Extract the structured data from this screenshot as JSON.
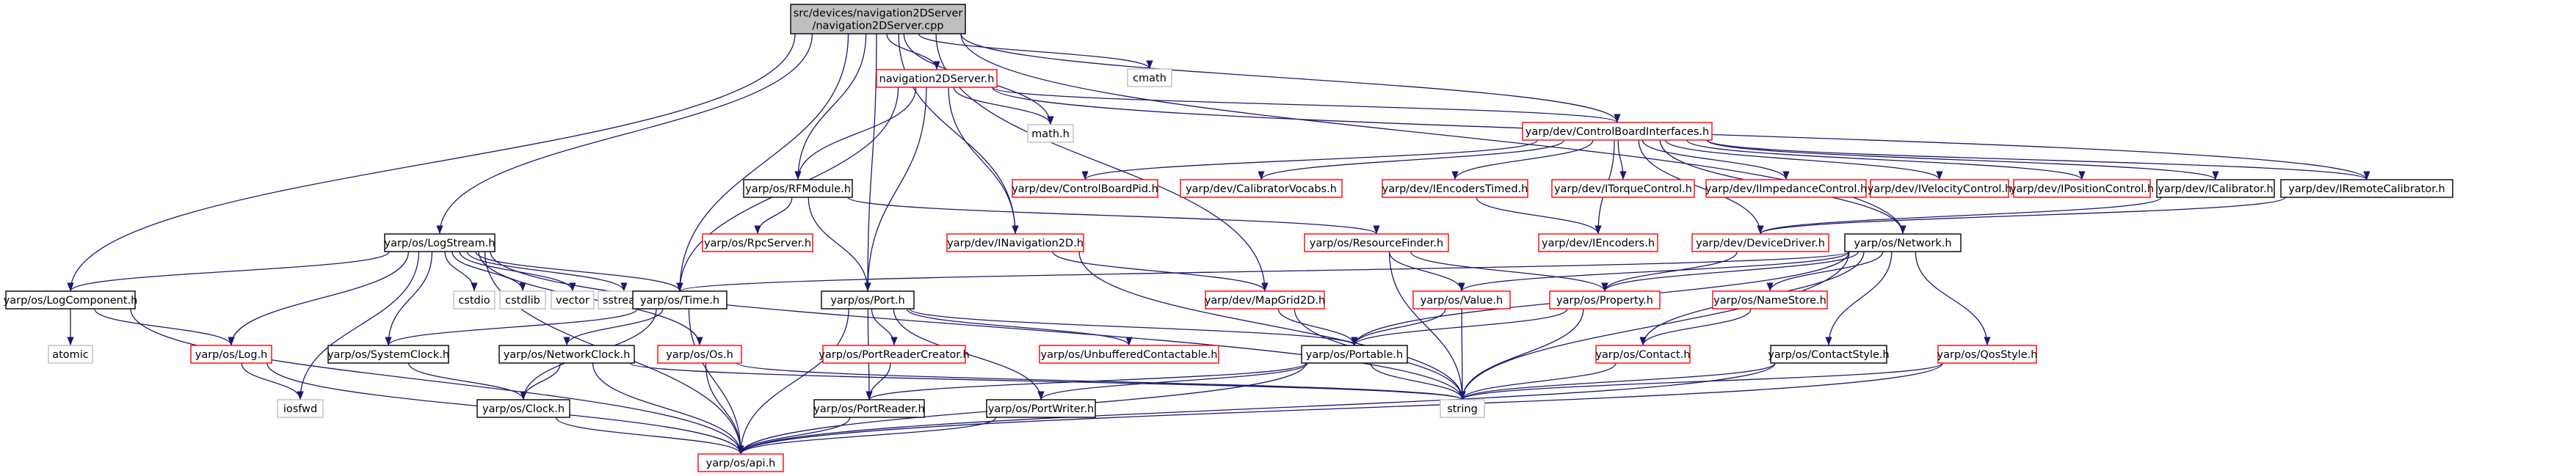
{
  "graph": {
    "colors": {
      "edge": "#191970",
      "root_fill": "#bfbfbf",
      "black_border": "#000000",
      "red_border": "#ff0000",
      "grey_border": "#bfbfbf",
      "text": "#000000"
    },
    "nodes": [
      {
        "id": "root",
        "lines": [
          "src/devices/navigation2DServer",
          "/navigation2DServer.cpp"
        ],
        "style": "root"
      },
      {
        "id": "nav2dh",
        "lines": [
          "navigation2DServer.h"
        ],
        "style": "red"
      },
      {
        "id": "cmath",
        "lines": [
          "cmath"
        ],
        "style": "grey"
      },
      {
        "id": "math",
        "lines": [
          "math.h"
        ],
        "style": "grey"
      },
      {
        "id": "cbi",
        "lines": [
          "yarp/dev/ControlBoardInterfaces.h"
        ],
        "style": "red"
      },
      {
        "id": "rfmodule",
        "lines": [
          "yarp/os/RFModule.h"
        ],
        "style": "black"
      },
      {
        "id": "inav",
        "lines": [
          "yarp/dev/INavigation2D.h"
        ],
        "style": "red"
      },
      {
        "id": "cbpid",
        "lines": [
          "yarp/dev/ControlBoardPid.h"
        ],
        "style": "red"
      },
      {
        "id": "calvocab",
        "lines": [
          "yarp/dev/CalibratorVocabs.h"
        ],
        "style": "red"
      },
      {
        "id": "encTimed",
        "lines": [
          "yarp/dev/IEncodersTimed.h"
        ],
        "style": "red"
      },
      {
        "id": "torque",
        "lines": [
          "yarp/dev/ITorqueControl.h"
        ],
        "style": "red"
      },
      {
        "id": "imped",
        "lines": [
          "yarp/dev/IImpedanceControl.h"
        ],
        "style": "red"
      },
      {
        "id": "velctl",
        "lines": [
          "yarp/dev/IVelocityControl.h"
        ],
        "style": "red"
      },
      {
        "id": "posctl",
        "lines": [
          "yarp/dev/IPositionControl.h"
        ],
        "style": "red"
      },
      {
        "id": "icalib",
        "lines": [
          "yarp/dev/ICalibrator.h"
        ],
        "style": "black"
      },
      {
        "id": "iremcal",
        "lines": [
          "yarp/dev/IRemoteCalibrator.h"
        ],
        "style": "black"
      },
      {
        "id": "rpcserver",
        "lines": [
          "yarp/os/RpcServer.h"
        ],
        "style": "red"
      },
      {
        "id": "resfinder",
        "lines": [
          "yarp/os/ResourceFinder.h"
        ],
        "style": "red"
      },
      {
        "id": "iencoders",
        "lines": [
          "yarp/dev/IEncoders.h"
        ],
        "style": "red"
      },
      {
        "id": "devdriver",
        "lines": [
          "yarp/dev/DeviceDriver.h"
        ],
        "style": "red"
      },
      {
        "id": "logstream",
        "lines": [
          "yarp/os/LogStream.h"
        ],
        "style": "black"
      },
      {
        "id": "network",
        "lines": [
          "yarp/os/Network.h"
        ],
        "style": "black"
      },
      {
        "id": "logcomp",
        "lines": [
          "yarp/os/LogComponent.h"
        ],
        "style": "black"
      },
      {
        "id": "cstdio",
        "lines": [
          "cstdio"
        ],
        "style": "grey"
      },
      {
        "id": "cstdlib",
        "lines": [
          "cstdlib"
        ],
        "style": "grey"
      },
      {
        "id": "sstream",
        "lines": [
          "sstream"
        ],
        "style": "grey"
      },
      {
        "id": "vector",
        "lines": [
          "vector"
        ],
        "style": "grey"
      },
      {
        "id": "time",
        "lines": [
          "yarp/os/Time.h"
        ],
        "style": "black"
      },
      {
        "id": "port",
        "lines": [
          "yarp/os/Port.h"
        ],
        "style": "black"
      },
      {
        "id": "mapgrid",
        "lines": [
          "yarp/dev/MapGrid2D.h"
        ],
        "style": "red"
      },
      {
        "id": "value",
        "lines": [
          "yarp/os/Value.h"
        ],
        "style": "red"
      },
      {
        "id": "property",
        "lines": [
          "yarp/os/Property.h"
        ],
        "style": "red"
      },
      {
        "id": "namestore",
        "lines": [
          "yarp/os/NameStore.h"
        ],
        "style": "red"
      },
      {
        "id": "atomic",
        "lines": [
          "atomic"
        ],
        "style": "grey"
      },
      {
        "id": "log",
        "lines": [
          "yarp/os/Log.h"
        ],
        "style": "red"
      },
      {
        "id": "sysclock",
        "lines": [
          "yarp/os/SystemClock.h"
        ],
        "style": "black"
      },
      {
        "id": "netclock",
        "lines": [
          "yarp/os/NetworkClock.h"
        ],
        "style": "black"
      },
      {
        "id": "os",
        "lines": [
          "yarp/os/Os.h"
        ],
        "style": "red"
      },
      {
        "id": "prc",
        "lines": [
          "yarp/os/PortReaderCreator.h"
        ],
        "style": "red"
      },
      {
        "id": "unbuf",
        "lines": [
          "yarp/os/UnbufferedContactable.h"
        ],
        "style": "red"
      },
      {
        "id": "portable",
        "lines": [
          "yarp/os/Portable.h"
        ],
        "style": "black"
      },
      {
        "id": "contact",
        "lines": [
          "yarp/os/Contact.h"
        ],
        "style": "red"
      },
      {
        "id": "contactstyle",
        "lines": [
          "yarp/os/ContactStyle.h"
        ],
        "style": "black"
      },
      {
        "id": "qosstyle",
        "lines": [
          "yarp/os/QosStyle.h"
        ],
        "style": "red"
      },
      {
        "id": "iosfwd",
        "lines": [
          "iosfwd"
        ],
        "style": "grey"
      },
      {
        "id": "clock",
        "lines": [
          "yarp/os/Clock.h"
        ],
        "style": "black"
      },
      {
        "id": "portreader",
        "lines": [
          "yarp/os/PortReader.h"
        ],
        "style": "black"
      },
      {
        "id": "portwriter",
        "lines": [
          "yarp/os/PortWriter.h"
        ],
        "style": "black"
      },
      {
        "id": "string",
        "lines": [
          "string"
        ],
        "style": "grey"
      },
      {
        "id": "api",
        "lines": [
          "yarp/os/api.h"
        ],
        "style": "red"
      }
    ],
    "edges": [
      [
        "root",
        "nav2dh"
      ],
      [
        "root",
        "cmath"
      ],
      [
        "root",
        "math"
      ],
      [
        "root",
        "cbi"
      ],
      [
        "root",
        "rfmodule"
      ],
      [
        "root",
        "inav"
      ],
      [
        "root",
        "logstream"
      ],
      [
        "root",
        "logcomp"
      ],
      [
        "root",
        "time"
      ],
      [
        "root",
        "port"
      ],
      [
        "root",
        "network"
      ],
      [
        "root",
        "mapgrid"
      ],
      [
        "nav2dh",
        "math"
      ],
      [
        "nav2dh",
        "cbi"
      ],
      [
        "nav2dh",
        "rfmodule"
      ],
      [
        "nav2dh",
        "inav"
      ],
      [
        "nav2dh",
        "time"
      ],
      [
        "nav2dh",
        "port"
      ],
      [
        "nav2dh",
        "iremcal"
      ],
      [
        "cbi",
        "cbpid"
      ],
      [
        "cbi",
        "calvocab"
      ],
      [
        "cbi",
        "encTimed"
      ],
      [
        "cbi",
        "torque"
      ],
      [
        "cbi",
        "imped"
      ],
      [
        "cbi",
        "velctl"
      ],
      [
        "cbi",
        "posctl"
      ],
      [
        "cbi",
        "icalib"
      ],
      [
        "cbi",
        "iremcal"
      ],
      [
        "cbi",
        "iencoders"
      ],
      [
        "cbi",
        "devdriver"
      ],
      [
        "cbi",
        "network"
      ],
      [
        "rfmodule",
        "rpcserver"
      ],
      [
        "rfmodule",
        "resfinder"
      ],
      [
        "rfmodule",
        "port"
      ],
      [
        "inav",
        "mapgrid"
      ],
      [
        "inav",
        "string"
      ],
      [
        "encTimed",
        "iencoders"
      ],
      [
        "icalib",
        "devdriver"
      ],
      [
        "iremcal",
        "devdriver"
      ],
      [
        "devdriver",
        "property"
      ],
      [
        "resfinder",
        "value"
      ],
      [
        "resfinder",
        "property"
      ],
      [
        "resfinder",
        "string"
      ],
      [
        "logstream",
        "logcomp"
      ],
      [
        "logstream",
        "cstdio"
      ],
      [
        "logstream",
        "cstdlib"
      ],
      [
        "logstream",
        "sstream"
      ],
      [
        "logstream",
        "vector"
      ],
      [
        "logstream",
        "time"
      ],
      [
        "logstream",
        "log"
      ],
      [
        "logstream",
        "sysclock"
      ],
      [
        "logstream",
        "os"
      ],
      [
        "logstream",
        "iosfwd"
      ],
      [
        "logstream",
        "api"
      ],
      [
        "logstream",
        "string"
      ],
      [
        "logcomp",
        "atomic"
      ],
      [
        "logcomp",
        "log"
      ],
      [
        "logcomp",
        "api"
      ],
      [
        "log",
        "iosfwd"
      ],
      [
        "log",
        "api"
      ],
      [
        "network",
        "time"
      ],
      [
        "network",
        "value"
      ],
      [
        "network",
        "property"
      ],
      [
        "network",
        "namestore"
      ],
      [
        "network",
        "contact"
      ],
      [
        "network",
        "contactstyle"
      ],
      [
        "network",
        "qosstyle"
      ],
      [
        "network",
        "portable"
      ],
      [
        "network",
        "string"
      ],
      [
        "time",
        "sysclock"
      ],
      [
        "time",
        "netclock"
      ],
      [
        "time",
        "clock"
      ],
      [
        "time",
        "api"
      ],
      [
        "port",
        "prc"
      ],
      [
        "port",
        "unbuf"
      ],
      [
        "port",
        "portable"
      ],
      [
        "port",
        "portreader"
      ],
      [
        "port",
        "portwriter"
      ],
      [
        "port",
        "api"
      ],
      [
        "mapgrid",
        "portable"
      ],
      [
        "mapgrid",
        "string"
      ],
      [
        "value",
        "portable"
      ],
      [
        "value",
        "string"
      ],
      [
        "property",
        "portable"
      ],
      [
        "property",
        "string"
      ],
      [
        "namestore",
        "contact"
      ],
      [
        "contact",
        "string"
      ],
      [
        "contactstyle",
        "string"
      ],
      [
        "contactstyle",
        "api"
      ],
      [
        "qosstyle",
        "string"
      ],
      [
        "qosstyle",
        "api"
      ],
      [
        "sysclock",
        "clock"
      ],
      [
        "netclock",
        "clock"
      ],
      [
        "netclock",
        "api"
      ],
      [
        "netclock",
        "string"
      ],
      [
        "os",
        "api"
      ],
      [
        "os",
        "string"
      ],
      [
        "prc",
        "portreader"
      ],
      [
        "portable",
        "portreader"
      ],
      [
        "portable",
        "portwriter"
      ],
      [
        "portable",
        "api"
      ],
      [
        "portable",
        "string"
      ],
      [
        "clock",
        "api"
      ],
      [
        "portreader",
        "api"
      ],
      [
        "portwriter",
        "api"
      ]
    ]
  }
}
